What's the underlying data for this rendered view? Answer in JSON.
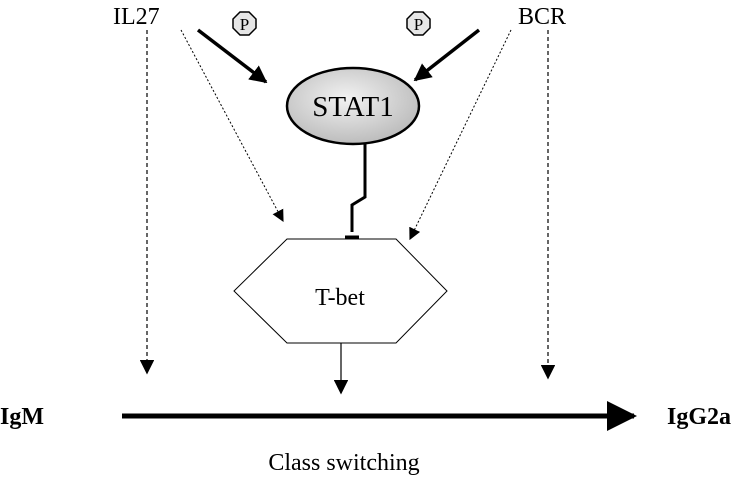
{
  "nodes": {
    "il27": "IL27",
    "bcr": "BCR",
    "stat1": "STAT1",
    "tbet": "T-bet",
    "igm": "IgM",
    "igg2a": "IgG2a"
  },
  "phospho_badges": [
    "P",
    "P"
  ],
  "caption": "Class switching",
  "colors": {
    "stroke": "#000000",
    "stat1_fill_light": "#f2f2f2",
    "stat1_fill_dark": "#b8b8b8",
    "hexagon_fill": "#ffffff",
    "badge_fill": "#e6e6e6"
  }
}
